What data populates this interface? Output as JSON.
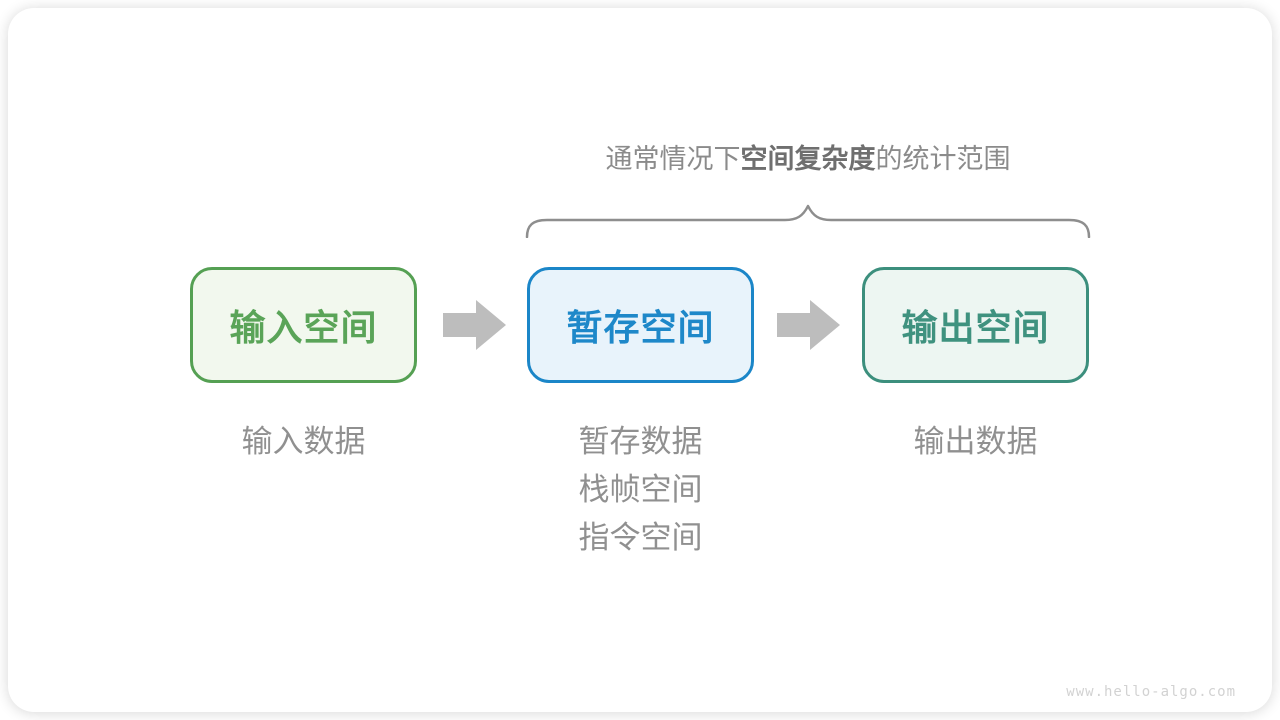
{
  "title": {
    "prefix": "通常情况下",
    "bold": "空间复杂度",
    "suffix": "的统计范围"
  },
  "boxes": [
    {
      "id": "input-space",
      "label": "输入空间",
      "border_color": "#55a053",
      "bg_color": "#f2f8ee",
      "text_color": "#5aa458",
      "notes": [
        "输入数据"
      ]
    },
    {
      "id": "temp-space",
      "label": "暂存空间",
      "border_color": "#1b86c8",
      "bg_color": "#e8f3fb",
      "text_color": "#1e88c9",
      "notes": [
        "暂存数据",
        "栈帧空间",
        "指令空间"
      ]
    },
    {
      "id": "output-space",
      "label": "输出空间",
      "border_color": "#3c8f7d",
      "bg_color": "#edf6f2",
      "text_color": "#3f927f",
      "notes": [
        "输出数据"
      ]
    }
  ],
  "icons": {
    "arrow": "right-block-arrow",
    "brace": "horizontal-curly-brace"
  },
  "colors": {
    "title_text": "#8b8b8b",
    "title_bold": "#6f6f6f",
    "note_text": "#909090",
    "brace": "#8e8e8e",
    "arrow": "#bdbdbd"
  },
  "watermark": "www.hello-algo.com"
}
